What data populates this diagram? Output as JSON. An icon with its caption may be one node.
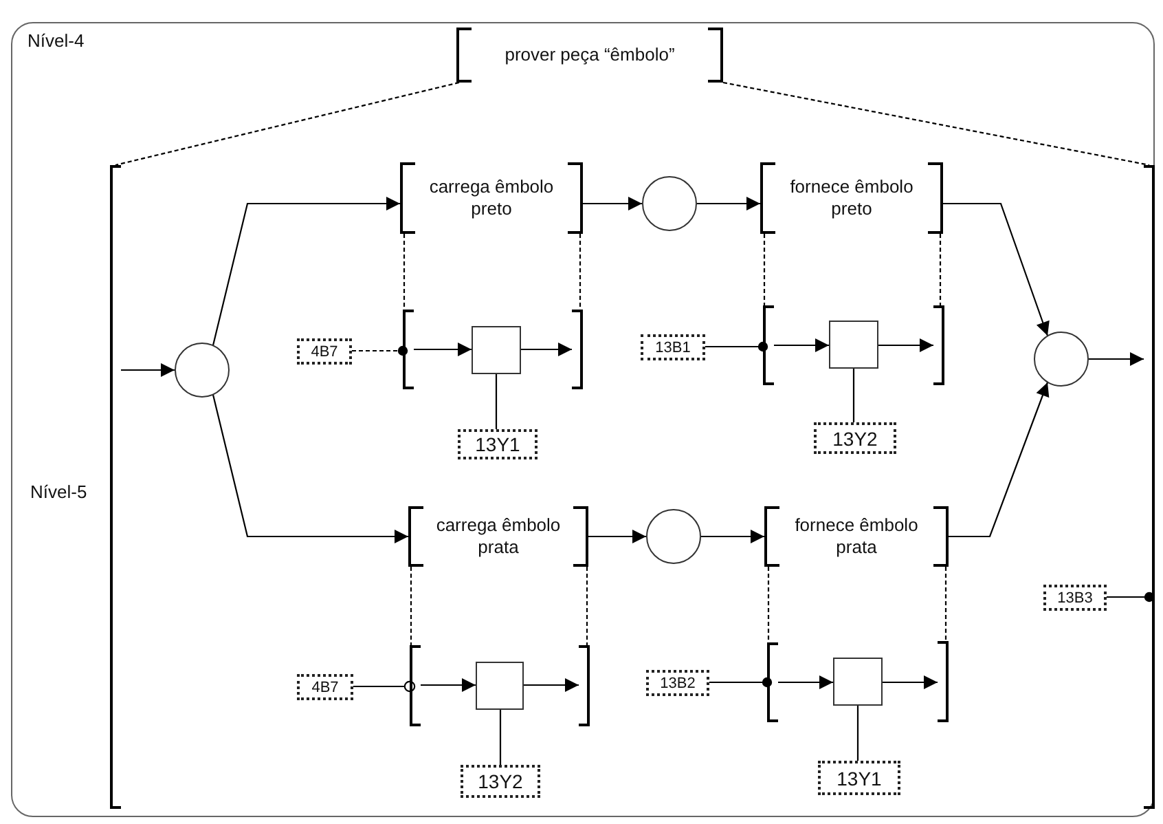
{
  "diagram": {
    "nodes": [
      {
        "text": [
          "prover peça “êmbolo”"
        ]
      },
      {
        "text": [],
        "shape": "bar"
      },
      {
        "text": [],
        "shape": "circle"
      },
      {
        "text": [
          "carrega êmbolo preto"
        ]
      },
      {
        "text": [],
        "shape": "circle"
      },
      {
        "text": [
          "fornece êmbolo preto"
        ]
      },
      {
        "text": [
          "carrega êmbolo prata"
        ]
      },
      {
        "text": [],
        "shape": "circle"
      },
      {
        "text": [
          "fornece êmbolo prata"
        ]
      },
      {
        "text": [],
        "shape": "circle"
      },
      {
        "text": [],
        "shape": "bar"
      },
      {
        "text": [
          "4B7"
        ]
      },
      {
        "text": [],
        "shape": "bar"
      },
      {
        "text": [],
        "shape": "box"
      },
      {
        "text": [],
        "shape": "bar"
      },
      {
        "text": [
          "13Y1"
        ]
      },
      {
        "text": [
          "13B1"
        ]
      },
      {
        "text": [],
        "shape": "bar"
      },
      {
        "text": [],
        "shape": "box"
      },
      {
        "text": [],
        "shape": "bar"
      },
      {
        "text": [
          "13Y2"
        ]
      },
      {
        "text": [
          "4B7"
        ]
      },
      {
        "text": [],
        "shape": "bar"
      },
      {
        "text": [],
        "shape": "box"
      },
      {
        "text": [],
        "shape": "bar"
      },
      {
        "text": [
          "13Y2"
        ]
      },
      {
        "text": [
          "13B2"
        ]
      },
      {
        "text": [],
        "shape": "bar"
      },
      {
        "text": [],
        "shape": "box"
      },
      {
        "text": [],
        "shape": "bar"
      },
      {
        "text": [
          "13Y1"
        ]
      },
      {
        "text": [
          "13B3"
        ]
      }
    ],
    "edges": [
      {
        "from": 0,
        "to": 1,
        "arrow": "none",
        "style": "dashed"
      },
      {
        "from": 1,
        "to": 2,
        "arrow": "to"
      },
      {
        "from": 2,
        "to": 3,
        "arrow": "to"
      },
      {
        "from": 3,
        "to": 4,
        "arrow": "to"
      },
      {
        "from": 4,
        "to": 5,
        "arrow": "to"
      },
      {
        "from": 5,
        "to": 9,
        "arrow": "to"
      },
      {
        "from": 2,
        "to": 6,
        "arrow": "to"
      },
      {
        "from": 6,
        "to": 7,
        "arrow": "to"
      },
      {
        "from": 7,
        "to": 8,
        "arrow": "to"
      },
      {
        "from": 8,
        "to": 9,
        "arrow": "to"
      },
      {
        "from": 9,
        "to": 10,
        "arrow": "to"
      },
      {
        "from": 0,
        "to": 10,
        "arrow": "none",
        "style": "dashed"
      },
      {
        "from": 3,
        "to": 12,
        "arrow": "none",
        "style": "dashed"
      },
      {
        "from": 3,
        "to": 14,
        "arrow": "none",
        "style": "dashed"
      },
      {
        "from": 12,
        "to": 13,
        "arrow": "to"
      },
      {
        "from": 13,
        "to": 14,
        "arrow": "to"
      },
      {
        "from": 5,
        "to": 17,
        "arrow": "none",
        "style": "dashed"
      },
      {
        "from": 5,
        "to": 19,
        "arrow": "none",
        "style": "dashed"
      },
      {
        "from": 17,
        "to": 18,
        "arrow": "to"
      },
      {
        "from": 18,
        "to": 19,
        "arrow": "to"
      },
      {
        "from": 6,
        "to": 22,
        "arrow": "none",
        "style": "dashed"
      },
      {
        "from": 6,
        "to": 24,
        "arrow": "none",
        "style": "dashed"
      },
      {
        "from": 22,
        "to": 23,
        "arrow": "to"
      },
      {
        "from": 23,
        "to": 24,
        "arrow": "to"
      },
      {
        "from": 8,
        "to": 27,
        "arrow": "none",
        "style": "dashed"
      },
      {
        "from": 8,
        "to": 29,
        "arrow": "none",
        "style": "dashed"
      },
      {
        "from": 27,
        "to": 28,
        "arrow": "to"
      },
      {
        "from": 28,
        "to": 29,
        "arrow": "to"
      },
      {
        "from": 13,
        "to": 15,
        "arrow": "none"
      },
      {
        "from": 18,
        "to": 20,
        "arrow": "none"
      },
      {
        "from": 23,
        "to": 25,
        "arrow": "none"
      },
      {
        "from": 28,
        "to": 30,
        "arrow": "none"
      },
      {
        "from": 11,
        "to": 12,
        "arrow": "other",
        "style": "dashed"
      },
      {
        "from": 16,
        "to": 17,
        "arrow": "other"
      },
      {
        "from": 21,
        "to": 22,
        "arrow": "other"
      },
      {
        "from": 26,
        "to": 27,
        "arrow": "other"
      },
      {
        "from": 31,
        "to": 10,
        "arrow": "other"
      }
    ],
    "labels": [
      "Nível-4",
      "Nível-5"
    ]
  }
}
